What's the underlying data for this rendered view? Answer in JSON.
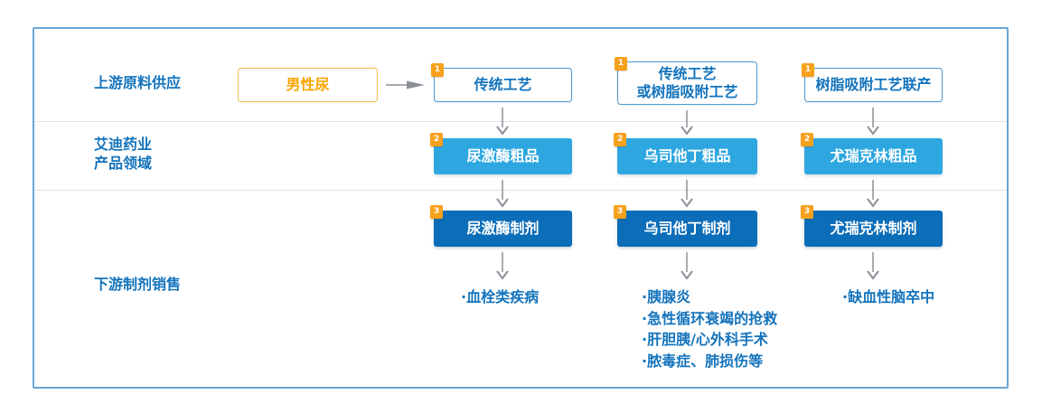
{
  "rows": [
    {
      "label": "上游原料供应"
    },
    {
      "label_line1": "艾迪药业",
      "label_line2": "产品领域"
    },
    {
      "label": "下游制剂销售"
    }
  ],
  "source": {
    "label": "男性尿"
  },
  "columns": [
    {
      "process": {
        "badge": "1",
        "lines": [
          "传统工艺"
        ]
      },
      "crude": {
        "badge": "2",
        "label": "尿激酶粗品"
      },
      "formulation": {
        "badge": "3",
        "label": "尿激酶制剂"
      },
      "indications": [
        "·血栓类疾病"
      ]
    },
    {
      "process": {
        "badge": "1",
        "lines": [
          "传统工艺",
          "或树脂吸附工艺"
        ]
      },
      "crude": {
        "badge": "2",
        "label": "乌司他丁粗品"
      },
      "formulation": {
        "badge": "3",
        "label": "乌司他丁制剂"
      },
      "indications": [
        "·胰腺炎",
        "·急性循环衰竭的抢救",
        "·肝胆胰/心外科手术",
        "·脓毒症、肺损伤等"
      ]
    },
    {
      "process": {
        "badge": "1",
        "lines": [
          "树脂吸附工艺联产"
        ]
      },
      "crude": {
        "badge": "2",
        "label": "尤瑞克林粗品"
      },
      "formulation": {
        "badge": "3",
        "label": "尤瑞克林制剂"
      },
      "indications": [
        "·缺血性脑卒中"
      ]
    }
  ],
  "colors": {
    "primary_blue_text": "#1373bc",
    "container_border": "#69a5d6",
    "outline_border": "#4d9ad5",
    "light_blue_fill": "#2ea7e0",
    "dark_blue_fill": "#0c6db9",
    "badge_orange": "#f7a11d",
    "source_border": "#f2c050",
    "source_text": "#f7a500",
    "arrow_gray": "#8a9097",
    "divider_gray": "#dee1e5"
  }
}
